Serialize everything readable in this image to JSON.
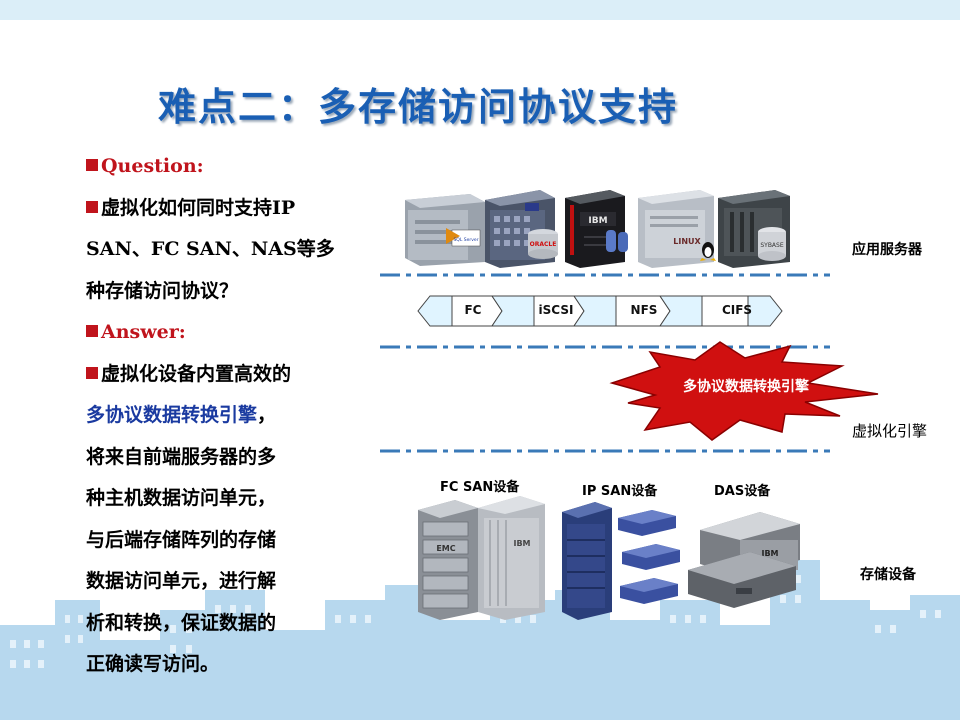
{
  "slide": {
    "title": "难点二：多存储访问协议支持"
  },
  "left_panel": {
    "question_label": "Question:",
    "question_lines": [
      "虚拟化如何同时支持IP",
      "SAN、FC SAN、NAS等多",
      "种存储访问协议？"
    ],
    "answer_label": "Answer:",
    "answer_line1": "虚拟化设备内置高效的",
    "answer_highlight": "多协议数据转换引擎",
    "answer_punct": "，",
    "answer_lines": [
      "将来自前端服务器的多",
      "种主机数据访问单元，",
      "与后端存储阵列的存储",
      "数据访问单元，进行解",
      "析和转换，保证数据的",
      "正确读写访问。"
    ]
  },
  "diagram": {
    "server_logos": [
      "IBM",
      "LINUX",
      "SYBASE",
      "ORACLE",
      "SQL Server"
    ],
    "layer_labels": {
      "app_servers": "应用服务器",
      "virtual_engine": "虚拟化引擎",
      "storage": "存储设备"
    },
    "protocols": [
      "FC",
      "iSCSI",
      "NFS",
      "CIFS"
    ],
    "starburst_text": "多协议数据转换引擎",
    "storage_groups": [
      "FC SAN设备",
      "IP SAN设备",
      "DAS设备"
    ],
    "storage_logos": [
      "EMC",
      "IBM",
      "IBM"
    ],
    "colors": {
      "title_blue": "#1a5fb4",
      "bullet_red": "#c0141c",
      "starburst_red": "#d01010",
      "dash_blue": "#3a7ab8",
      "protocol_fill": "#e0f4ff"
    }
  }
}
